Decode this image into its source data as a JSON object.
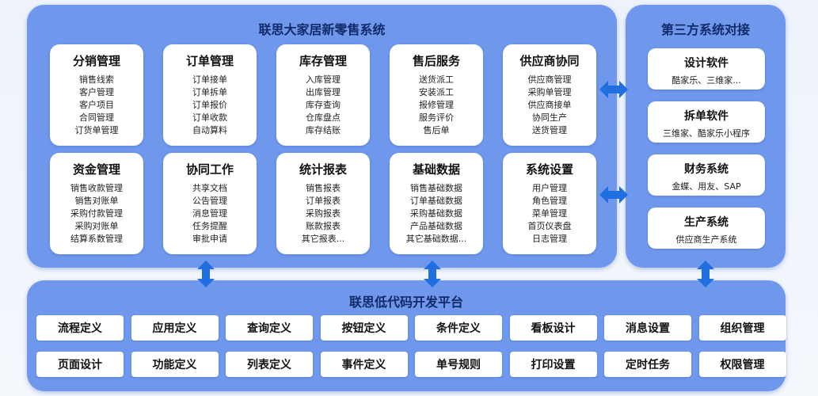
{
  "main": {
    "title": "联思大家居新零售系统",
    "modules": [
      {
        "title": "分销管理",
        "items": [
          "销售线索",
          "客户管理",
          "客户项目",
          "合同管理",
          "订货单管理"
        ]
      },
      {
        "title": "订单管理",
        "items": [
          "订单接单",
          "订单拆单",
          "订单报价",
          "订单收款",
          "自动算料"
        ]
      },
      {
        "title": "库存管理",
        "items": [
          "入库管理",
          "出库管理",
          "库存查询",
          "仓库盘点",
          "库存结账"
        ]
      },
      {
        "title": "售后服务",
        "items": [
          "送货派工",
          "安装派工",
          "报修管理",
          "服务评价",
          "售后单"
        ]
      },
      {
        "title": "供应商协同",
        "items": [
          "供应商管理",
          "采购单管理",
          "供应商接单",
          "协同生产",
          "送货管理"
        ]
      },
      {
        "title": "资金管理",
        "items": [
          "销售收款管理",
          "销售对账单",
          "采购付款管理",
          "采购对账单",
          "结算系数管理"
        ]
      },
      {
        "title": "协同工作",
        "items": [
          "共享文档",
          "公告管理",
          "消息管理",
          "任务提醒",
          "审批申请"
        ]
      },
      {
        "title": "统计报表",
        "items": [
          "销售报表",
          "订单报表",
          "采购报表",
          "账款报表",
          "其它报表..."
        ]
      },
      {
        "title": "基础数据",
        "items": [
          "销售基础数据",
          "订单基础数据",
          "采购基础数据",
          "产品基础数据",
          "其它基础数据..."
        ]
      },
      {
        "title": "系统设置",
        "items": [
          "用户管理",
          "角色管理",
          "菜单管理",
          "首页仪表盘",
          "日志管理"
        ]
      }
    ]
  },
  "third_party": {
    "title": "第三方系统对接",
    "systems": [
      {
        "title": "设计软件",
        "sub": "酷家乐、三维家..."
      },
      {
        "title": "拆单软件",
        "sub": "三维家、酷家乐小程序"
      },
      {
        "title": "财务系统",
        "sub": "金蝶、用友、SAP"
      },
      {
        "title": "生产系统",
        "sub": "供应商生产系统"
      }
    ]
  },
  "platform": {
    "title": "联思低代码开发平台",
    "buttons": [
      "流程定义",
      "应用定义",
      "查询定义",
      "按钮定义",
      "条件定义",
      "看板设计",
      "消息设置",
      "组织管理",
      "页面设计",
      "功能定义",
      "列表定义",
      "事件定义",
      "单号规则",
      "打印设置",
      "定时任务",
      "权限管理"
    ]
  },
  "colors": {
    "panel": "#6f98ec",
    "arrow": "#1f6fe0",
    "title": "#102a6a"
  },
  "icons": {
    "arrow": "double-arrow-icon"
  }
}
